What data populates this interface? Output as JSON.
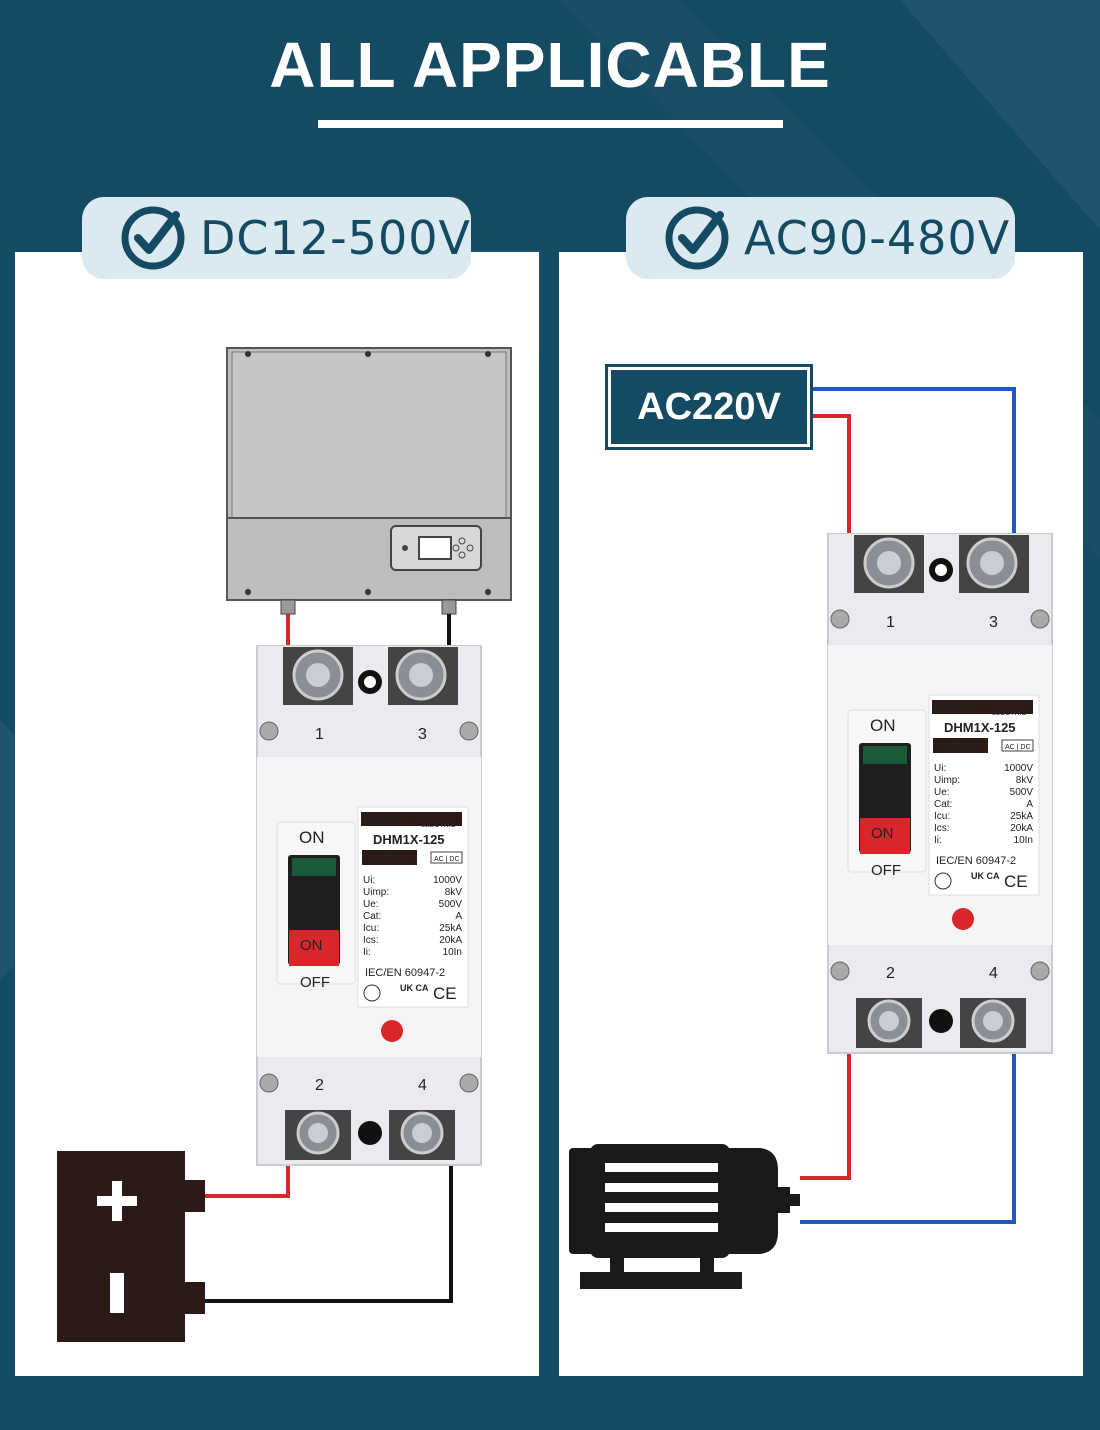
{
  "title": "ALL APPLICABLE",
  "left": {
    "voltage_label": "DC12-500V"
  },
  "right": {
    "voltage_label": "AC90-480V",
    "source_label": "AC220V"
  },
  "breaker": {
    "brand": "DIHOOL",
    "brand_sub": "ELECTRIC",
    "model": "DHM1X-125",
    "rating": "125A",
    "acdc": "AC | DC",
    "specs": [
      {
        "k": "Ui:",
        "v": "1000V"
      },
      {
        "k": "Uimp:",
        "v": "8kV"
      },
      {
        "k": "Ue:",
        "v": "500V"
      },
      {
        "k": "Cat:",
        "v": "A"
      },
      {
        "k": "Icu:",
        "v": "25kA"
      },
      {
        "k": "Ics:",
        "v": "20kA"
      },
      {
        "k": "Ii:",
        "v": "10In"
      }
    ],
    "standard": "IEC/EN 60947-2",
    "on_label": "ON",
    "off_label": "OFF",
    "cert_ukca": "UK CA",
    "cert_ce": "CE",
    "terminal_1": "1",
    "terminal_2": "2",
    "terminal_3": "3",
    "terminal_4": "4"
  },
  "colors": {
    "navy": "#154a63",
    "pill": "#dbe9f1",
    "red_wire": "#d9262b",
    "blue_wire": "#1f57c3",
    "black_wire": "#111111"
  }
}
